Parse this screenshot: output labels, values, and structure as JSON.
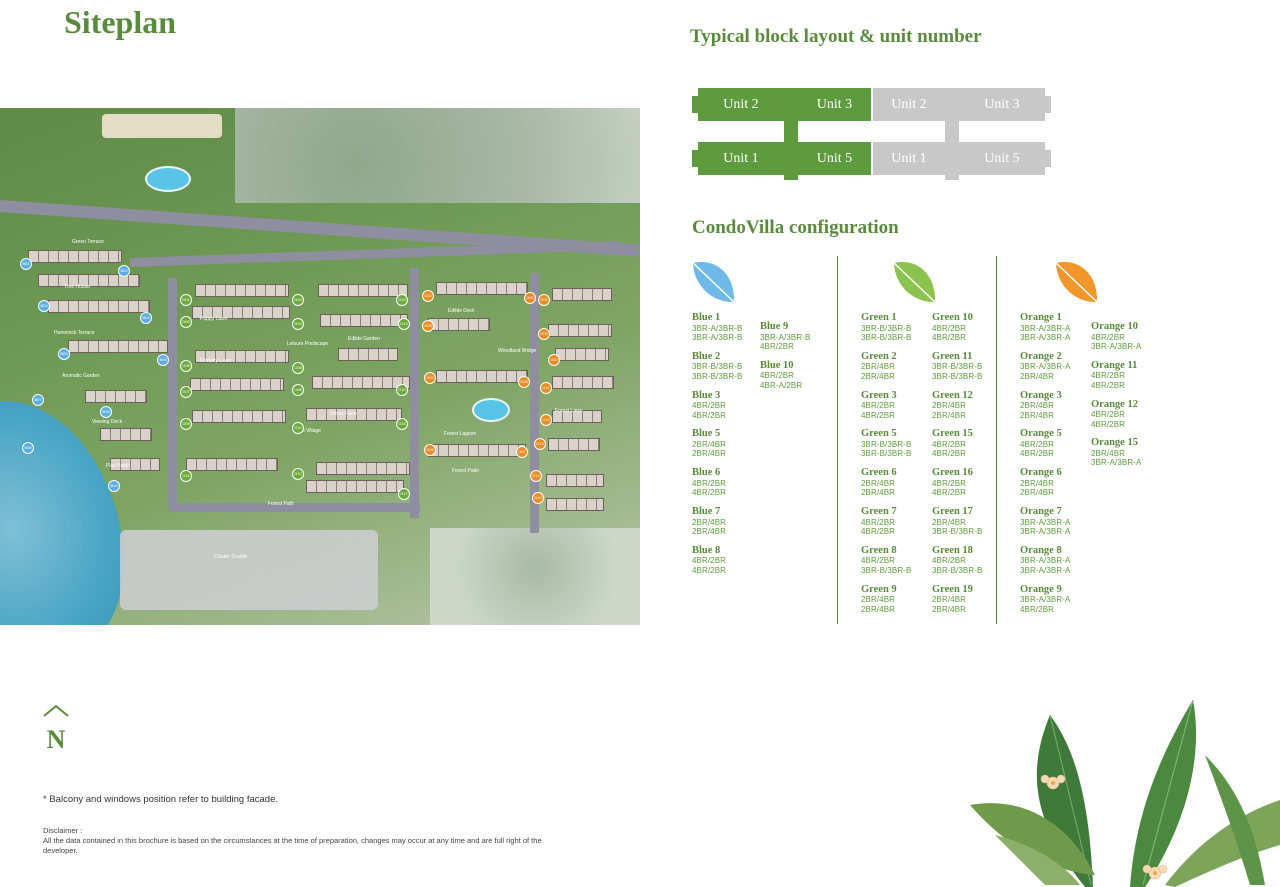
{
  "page": {
    "title": "Siteplan"
  },
  "site_map": {
    "labels": [
      "Green Terrace",
      "Tree House",
      "Hummock Terrace",
      "Aromatic Garden",
      "Viewing Deck",
      "Play Patch",
      "Puppy Lawn",
      "Leisure Poolscape",
      "Friendly Lawn",
      "Edible Garden",
      "Urban Farm",
      "Eco Village",
      "Forest Path",
      "Cluster Scarlet",
      "Forest Lagoon",
      "Woodland Bridge",
      "Edible Deck",
      "Forest Patio",
      "Forest Lawn"
    ],
    "blue_badges": [
      "B01",
      "B02",
      "B03",
      "B04",
      "B05",
      "B06",
      "B07",
      "B08",
      "B09",
      "B10"
    ],
    "green_badges": [
      "G01",
      "G02",
      "G03",
      "G04",
      "G05",
      "G06",
      "G07",
      "G08",
      "G09",
      "G10",
      "G11",
      "G12",
      "G13",
      "G14",
      "G15",
      "G16",
      "G17"
    ],
    "orange_badges": [
      "O01",
      "O02",
      "O03",
      "O04",
      "O05",
      "O06",
      "O07",
      "O08",
      "O09",
      "O10",
      "O11",
      "O12",
      "O13",
      "O14",
      "O15"
    ]
  },
  "block_layout": {
    "title": "Typical block layout & unit number",
    "top_row": [
      "Unit 2",
      "Unit 3",
      "Unit 2",
      "Unit 3"
    ],
    "bottom_row": [
      "Unit 1",
      "Unit 5",
      "Unit 1",
      "Unit 5"
    ],
    "colors": {
      "highlight": "#5e9a3e",
      "muted": "#c8c8c8"
    }
  },
  "config": {
    "title": "CondoVilla configuration",
    "colors": {
      "blue": "#6fb9e8",
      "green": "#8cc34f",
      "orange": "#f0962a",
      "text": "#5a8a3c"
    },
    "blue": {
      "col1": [
        {
          "name": "Blue 1",
          "lines": [
            "3BR-A/3BR-B",
            "3BR-A/3BR-B"
          ]
        },
        {
          "name": "Blue 2",
          "lines": [
            "3BR-B/3BR-B",
            "3BR-B/3BR-B"
          ]
        },
        {
          "name": "Blue 3",
          "lines": [
            "4BR/2BR",
            "4BR/2BR"
          ]
        },
        {
          "name": "Blue 5",
          "lines": [
            "2BR/4BR",
            "2BR/4BR"
          ]
        },
        {
          "name": "Blue 6",
          "lines": [
            "4BR/2BR",
            "4BR/2BR"
          ]
        },
        {
          "name": "Blue 7",
          "lines": [
            "2BR/4BR",
            "2BR/4BR"
          ]
        },
        {
          "name": "Blue 8",
          "lines": [
            "4BR/2BR",
            "4BR/2BR"
          ]
        }
      ],
      "col2": [
        {
          "name": "Blue 9",
          "lines": [
            "3BR-A/3BR-B",
            "4BR/2BR"
          ]
        },
        {
          "name": "Blue 10",
          "lines": [
            "4BR/2BR",
            "4BR-A/2BR"
          ]
        }
      ]
    },
    "green": {
      "col1": [
        {
          "name": "Green 1",
          "lines": [
            "3BR-B/3BR-B",
            "3BR-B/3BR-B"
          ]
        },
        {
          "name": "Green 2",
          "lines": [
            "2BR/4BR",
            "2BR/4BR"
          ]
        },
        {
          "name": "Green 3",
          "lines": [
            "4BR/2BR",
            "4BR/2BR"
          ]
        },
        {
          "name": "Green 5",
          "lines": [
            "3BR-B/3BR-B",
            "3BR-B/3BR-B"
          ]
        },
        {
          "name": "Green 6",
          "lines": [
            "2BR/4BR",
            "2BR/4BR"
          ]
        },
        {
          "name": "Green 7",
          "lines": [
            "4BR/2BR",
            "4BR/2BR"
          ]
        },
        {
          "name": "Green 8",
          "lines": [
            "4BR/2BR",
            "3BR-B/3BR-B"
          ]
        },
        {
          "name": "Green 9",
          "lines": [
            "2BR/4BR",
            "2BR/4BR"
          ]
        }
      ],
      "col2": [
        {
          "name": "Green 10",
          "lines": [
            "4BR/2BR",
            "4BR/2BR"
          ]
        },
        {
          "name": "Green 11",
          "lines": [
            "3BR-B/3BR-B",
            "3BR-B/3BR-B"
          ]
        },
        {
          "name": "Green 12",
          "lines": [
            "2BR/4BR",
            "2BR/4BR"
          ]
        },
        {
          "name": "Green 15",
          "lines": [
            "4BR/2BR",
            "4BR/2BR"
          ]
        },
        {
          "name": "Green 16",
          "lines": [
            "4BR/2BR",
            "4BR/2BR"
          ]
        },
        {
          "name": "Green 17",
          "lines": [
            "2BR/4BR",
            "3BR-B/3BR-B"
          ]
        },
        {
          "name": "Green 18",
          "lines": [
            "4BR/2BR",
            "3BR-B/3BR-B"
          ]
        },
        {
          "name": "Green 19",
          "lines": [
            "2BR/4BR",
            "2BR/4BR"
          ]
        }
      ]
    },
    "orange": {
      "col1": [
        {
          "name": "Orange 1",
          "lines": [
            "3BR-A/3BR-A",
            "3BR-A/3BR-A"
          ]
        },
        {
          "name": "Orange 2",
          "lines": [
            "3BR-A/3BR-A",
            "2BR/4BR"
          ]
        },
        {
          "name": "Orange 3",
          "lines": [
            "2BR/4BR",
            "2BR/4BR"
          ]
        },
        {
          "name": "Orange 5",
          "lines": [
            "4BR/2BR",
            "4BR/2BR"
          ]
        },
        {
          "name": "Orange 6",
          "lines": [
            "2BR/4BR",
            "2BR/4BR"
          ]
        },
        {
          "name": "Orange 7",
          "lines": [
            "3BR-A/3BR-A",
            "3BR-A/3BR-A"
          ]
        },
        {
          "name": "Orange 8",
          "lines": [
            "3BR-A/3BR-A",
            "3BR-A/3BR-A"
          ]
        },
        {
          "name": "Orange 9",
          "lines": [
            "3BR-A/3BR-A",
            "4BR/2BR"
          ]
        }
      ],
      "col2": [
        {
          "name": "Orange 10",
          "lines": [
            "4BR/2BR",
            "3BR-A/3BR-A"
          ]
        },
        {
          "name": "Orange 11",
          "lines": [
            "4BR/2BR",
            "4BR/2BR"
          ]
        },
        {
          "name": "Orange 12",
          "lines": [
            "4BR/2BR",
            "4BR/2BR"
          ]
        },
        {
          "name": "Orange 15",
          "lines": [
            "2BR/4BR",
            "3BR-A/3BR-A"
          ]
        }
      ]
    }
  },
  "compass": {
    "letter": "N"
  },
  "footnote": "* Balcony and windows position refer to building facade.",
  "disclaimer": {
    "title": "Disclaimer :",
    "text": "All the data contained in this brochure is based on the circumstances at the time of preparation, changes may occur at any time and are full right of the developer."
  }
}
